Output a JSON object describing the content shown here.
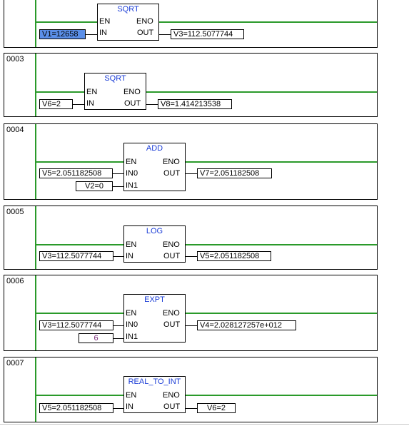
{
  "rungs": [
    {
      "number": "",
      "block": {
        "title": "SQRT",
        "en": "EN",
        "eno": "ENO",
        "in": "IN",
        "out": "OUT"
      },
      "in_value": "V1=12658",
      "out_value": "V3=112.5077744"
    },
    {
      "number": "0003",
      "block": {
        "title": "SQRT",
        "en": "EN",
        "eno": "ENO",
        "in": "IN",
        "out": "OUT"
      },
      "in_value": "V6=2",
      "out_value": "V8=1.414213538"
    },
    {
      "number": "0004",
      "block": {
        "title": "ADD",
        "en": "EN",
        "eno": "ENO",
        "in0": "IN0",
        "in1": "IN1",
        "out": "OUT"
      },
      "in0_value": "V5=2.051182508",
      "in1_value": "V2=0",
      "out_value": "V7=2.051182508"
    },
    {
      "number": "0005",
      "block": {
        "title": "LOG",
        "en": "EN",
        "eno": "ENO",
        "in": "IN",
        "out": "OUT"
      },
      "in_value": "V3=112.5077744",
      "out_value": "V5=2.051182508"
    },
    {
      "number": "0006",
      "block": {
        "title": "EXPT",
        "en": "EN",
        "eno": "ENO",
        "in0": "IN0",
        "in1": "IN1",
        "out": "OUT"
      },
      "in0_value": "V3=112.5077744",
      "in1_value": "6",
      "out_value": "V4=2.028127257e+012"
    },
    {
      "number": "0007",
      "block": {
        "title": "REAL_TO_INT",
        "en": "EN",
        "eno": "ENO",
        "in": "IN",
        "out": "OUT"
      },
      "in_value": "V5=2.051182508",
      "out_value": "V6=2"
    }
  ],
  "colors": {
    "power_rail": "#2a9a2a",
    "block_title": "#1a3cd6",
    "selection": "#5b8fe8",
    "constant": "#7a2c7a"
  }
}
